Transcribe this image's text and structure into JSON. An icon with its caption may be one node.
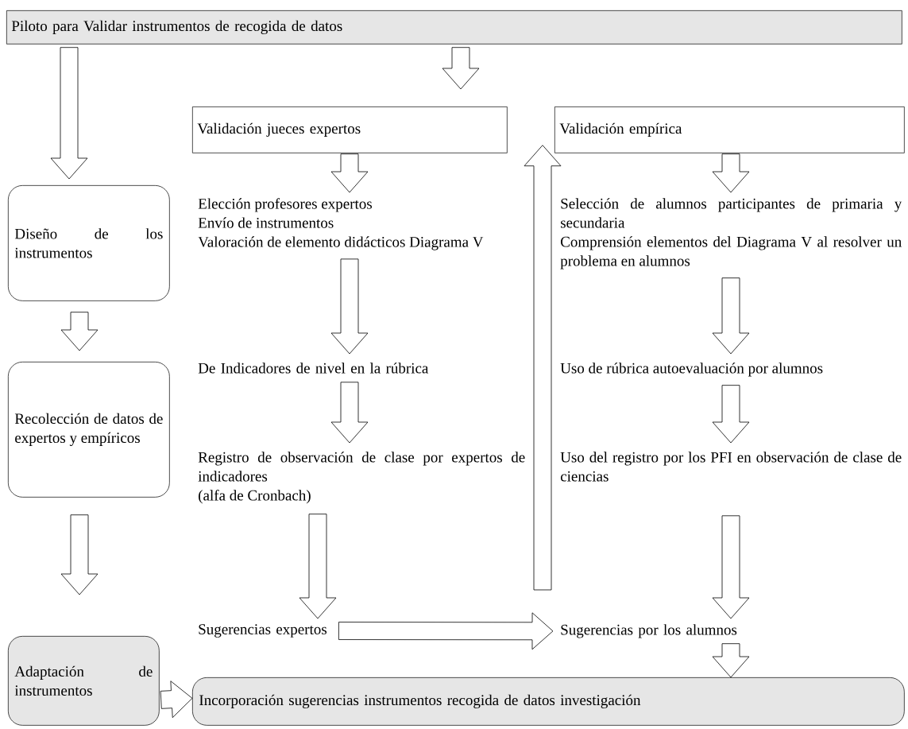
{
  "diagram": {
    "nodes": [
      {
        "text": [
          "Piloto para Validar instrumentos de recogida de datos"
        ]
      },
      {
        "text": [
          "Validación jueces expertos"
        ]
      },
      {
        "text": [
          "Validación empírica"
        ]
      },
      {
        "text": [
          "Diseño de los instrumentos"
        ]
      },
      {
        "text": [
          "Elección profesores expertos",
          "Envío de instrumentos",
          "Valoración de elemento didácticos Diagrama V"
        ]
      },
      {
        "text": [
          "Selección de alumnos participantes de primaria y secundaria",
          "Comprensión elementos del Diagrama V al resolver un problema en alumnos"
        ]
      },
      {
        "text": [
          "Recolección de datos de expertos y empíricos"
        ]
      },
      {
        "text": [
          "De Indicadores de nivel en la rúbrica"
        ]
      },
      {
        "text": [
          "Uso de rúbrica autoevaluación por alumnos"
        ]
      },
      {
        "text": [
          "Registro de observación de clase por expertos de indicadores",
          "(alfa de Cronbach)"
        ]
      },
      {
        "text": [
          "Uso del registro por los PFI en observación de clase de ciencias"
        ]
      },
      {
        "text": [
          "Sugerencias expertos"
        ]
      },
      {
        "text": [
          "Sugerencias por los alumnos"
        ]
      },
      {
        "text": [
          "Adaptación de instrumentos"
        ]
      },
      {
        "text": [
          "Incorporación sugerencias  instrumentos recogida de datos investigación"
        ]
      }
    ],
    "edges": [
      {
        "from": 0,
        "to": 3,
        "arrow": "to"
      },
      {
        "from": 0,
        "to": null,
        "arrow": "to"
      },
      {
        "from": 1,
        "to": 4,
        "arrow": "to"
      },
      {
        "from": 2,
        "to": 5,
        "arrow": "to"
      },
      {
        "from": 4,
        "to": 7,
        "arrow": "to"
      },
      {
        "from": 7,
        "to": 9,
        "arrow": "to"
      },
      {
        "from": 9,
        "to": 11,
        "arrow": "to"
      },
      {
        "from": 5,
        "to": 8,
        "arrow": "to"
      },
      {
        "from": 8,
        "to": 10,
        "arrow": "to"
      },
      {
        "from": 10,
        "to": 12,
        "arrow": "to"
      },
      {
        "from": 11,
        "to": 12,
        "arrow": "to"
      },
      {
        "from": null,
        "to": 2,
        "arrow": "to"
      },
      {
        "from": 12,
        "to": 14,
        "arrow": "to"
      },
      {
        "from": 3,
        "to": 6,
        "arrow": "to"
      },
      {
        "from": 6,
        "to": 13,
        "arrow": "to"
      },
      {
        "from": 13,
        "to": 14,
        "arrow": "to"
      }
    ]
  }
}
